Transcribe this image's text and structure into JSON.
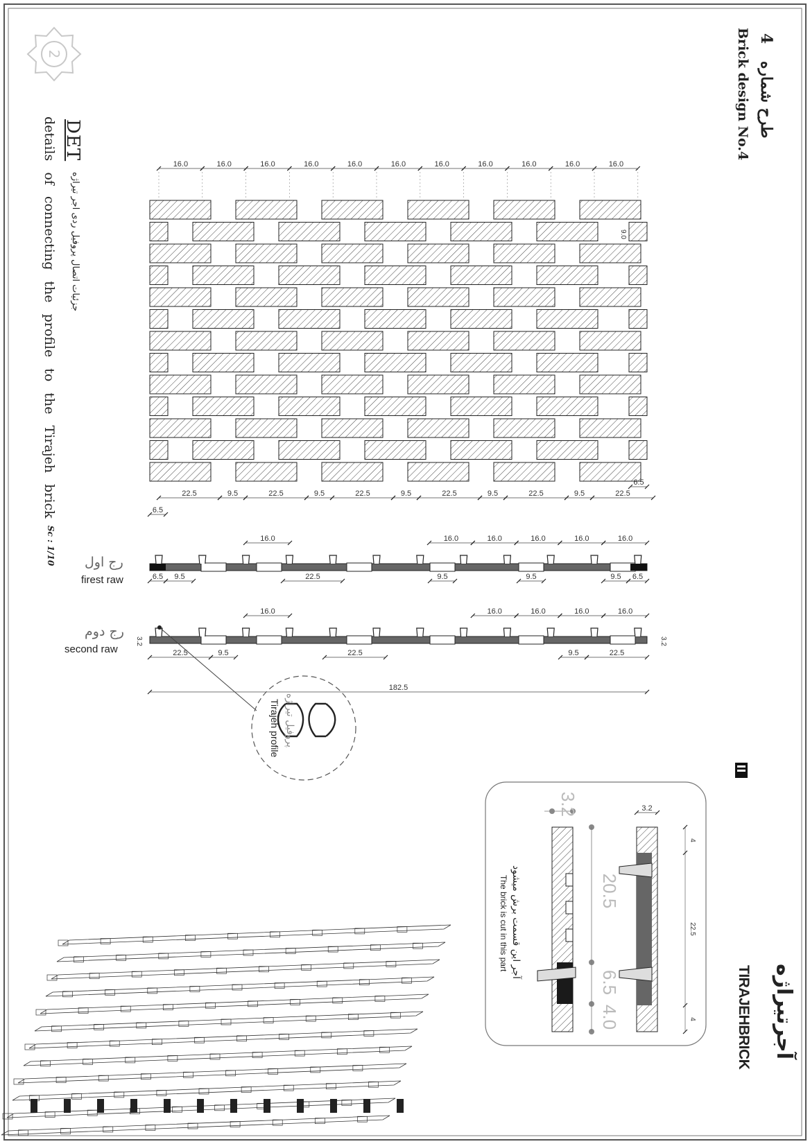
{
  "header": {
    "design_number": "4",
    "title_fa": "طرح شماره",
    "title_en": "Brick design No.4"
  },
  "detail": {
    "det_label": "DET",
    "subtitle_fa": "جزئیات اتصال پروفیل ردی اجر تیراژه",
    "subtitle_en": "details of connecting the profile to the Tirajeh brick",
    "scale": "Sc : 1/10"
  },
  "elevation": {
    "top_dims": [
      "16.0",
      "16.0",
      "16.0",
      "16.0",
      "16.0",
      "16.0",
      "16.0",
      "16.0",
      "16.0",
      "16.0",
      "16.0"
    ],
    "right_dim": "9.0",
    "bottom_dims": [
      "22.5",
      "9.5",
      "22.5",
      "9.5",
      "22.5",
      "9.5",
      "22.5",
      "9.5",
      "22.5",
      "9.5",
      "22.5"
    ],
    "end_dim_left": "6.5",
    "end_dim_right": "6.5"
  },
  "first_row": {
    "label_fa": "رج اول",
    "label_en": "firest raw",
    "top_dim_single": "16.0",
    "top_dims_right": [
      "16.0",
      "16.0",
      "16.0",
      "16.0",
      "16.0"
    ],
    "bottom_dims": [
      "6.5",
      "9.5",
      "22.5",
      "9.5",
      "9.5",
      "9.5",
      "6.5"
    ]
  },
  "second_row": {
    "label_fa": "رج دوم",
    "label_en": "second raw",
    "top_dim_single": "16.0",
    "top_dims_right": [
      "16.0",
      "16.0",
      "16.0",
      "16.0"
    ],
    "bottom_dims": [
      "22.5",
      "9.5",
      "22.5",
      "9.5",
      "22.5"
    ],
    "thickness": "3.2",
    "total": "182.5"
  },
  "profile_callout": {
    "label_fa": "پروفیل تیراژه",
    "label_en": "Tirajeh profile"
  },
  "section_detail": {
    "dim_thickness_large": "3.2",
    "dim_thickness_small": "3.2",
    "dim_205": "20.5",
    "dim_65": "6.5",
    "dim_40": "4.0",
    "dim_225": "22.5",
    "dim_4a": "4",
    "dim_4b": "4",
    "note_fa": "آجر این قسمت برش میشود",
    "note_en": "The brick is cut in this part"
  },
  "brand": {
    "name_fa": "آجرتیراژه",
    "name_en": "TIRAJEHBRICK"
  }
}
